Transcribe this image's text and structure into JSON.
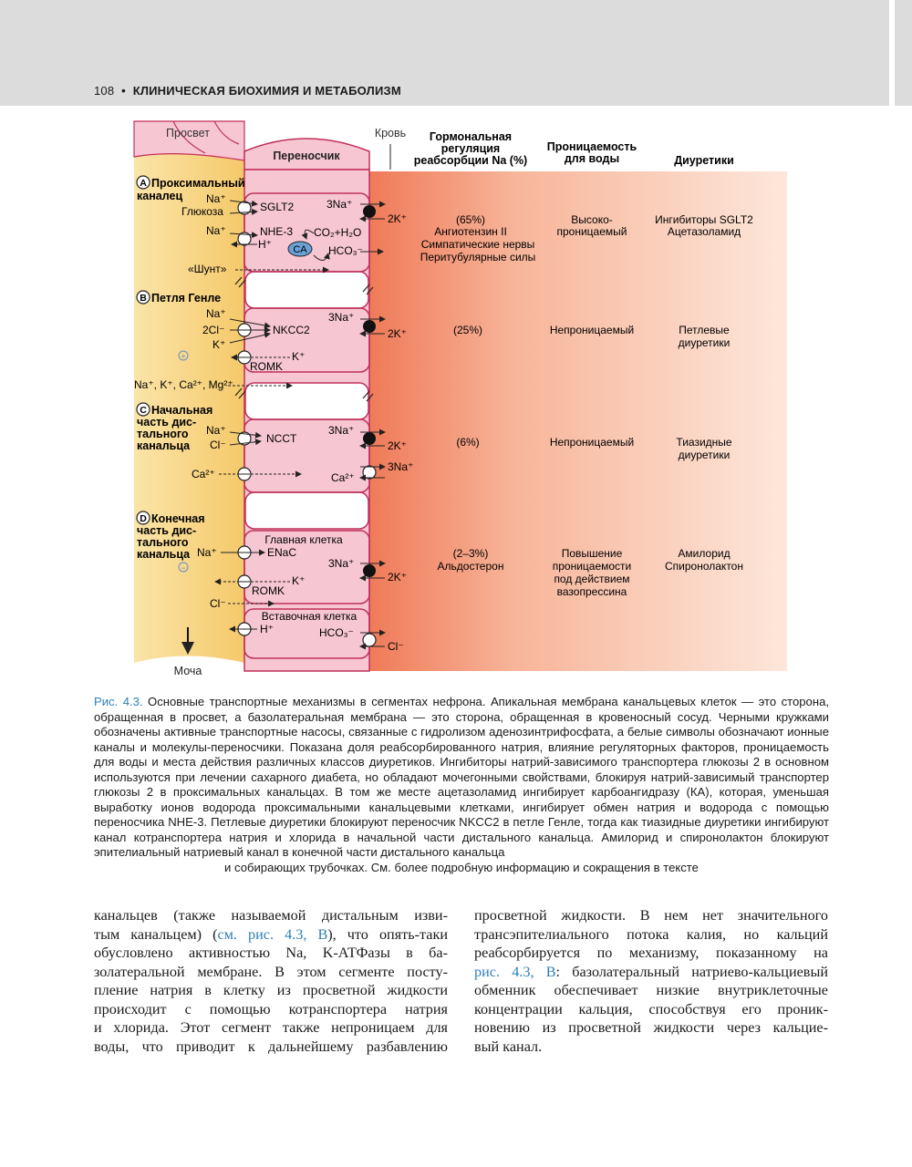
{
  "header": {
    "page_number": "108",
    "bullet": "•",
    "title": "КЛИНИЧЕСКАЯ БИОХИМИЯ И МЕТАБОЛИЗМ"
  },
  "figure": {
    "lumen_label": "Просвет",
    "carrier_label": "Переносчик",
    "blood_label": "Кровь",
    "urine_label": "Моча",
    "columns": {
      "hormonal": [
        "Гормональная",
        "регуляция",
        "реабсорбции Na (%)"
      ],
      "water": [
        "Проницаемость",
        "для воды"
      ],
      "diuretics": "Диуретики"
    },
    "segments": {
      "A": {
        "letter": "A",
        "name": [
          "Проксимальный",
          "каналец"
        ],
        "apical": [
          "Na⁺",
          "Глюкоза",
          "Na⁺",
          "H⁺"
        ],
        "transporters": [
          "SGLT2",
          "NHE-3"
        ],
        "enzyme": "CA",
        "reaction": [
          "CO₂+H₂O",
          "HCO₃⁻"
        ],
        "pump": [
          "3Na⁺",
          "2K⁺"
        ],
        "shunt": "«Шунт»",
        "hormonal": [
          "(65%)",
          "Ангиотензин II",
          "Симпатические нервы",
          "Перитубулярные силы"
        ],
        "water": [
          "Высоко-",
          "проницаемый"
        ],
        "diuretics": [
          "Ингибиторы SGLT2",
          "Ацетазоламид"
        ]
      },
      "B": {
        "letter": "B",
        "name": [
          "Петля Генле"
        ],
        "apical": [
          "Na⁺",
          "2Cl⁻",
          "K⁺"
        ],
        "transporters": [
          "NKCC2",
          "ROMK"
        ],
        "k_out": "K⁺",
        "charge": "+",
        "paracellular": "Na⁺, K⁺, Ca²⁺, Mg²⁺",
        "pump": [
          "3Na⁺",
          "2K⁺"
        ],
        "hormonal": [
          "(25%)"
        ],
        "water": [
          "Непроницаемый"
        ],
        "diuretics": [
          "Петлевые",
          "диуретики"
        ]
      },
      "C": {
        "letter": "C",
        "name": [
          "Начальная",
          "часть дис-",
          "тального",
          "канальца"
        ],
        "apical": [
          "Na⁺",
          "Cl⁻",
          "Ca²⁺"
        ],
        "transporters": [
          "NCCT"
        ],
        "pump": [
          "3Na⁺",
          "2K⁺"
        ],
        "basolateral": [
          "Ca²⁺",
          "3Na⁺"
        ],
        "hormonal": [
          "(6%)"
        ],
        "water": [
          "Непроницаемый"
        ],
        "diuretics": [
          "Тиазидные",
          "диуретики"
        ]
      },
      "D": {
        "letter": "D",
        "name": [
          "Конечная",
          "часть дис-",
          "тального",
          "канальца"
        ],
        "principal_cell": "Главная клетка",
        "intercalated_cell": "Вставочная клетка",
        "apical": [
          "Na⁺",
          "Cl⁻",
          "H⁺"
        ],
        "transporters": [
          "ENaC",
          "ROMK"
        ],
        "k_out": "K⁺",
        "charge": "−",
        "pump": [
          "3Na⁺",
          "2K⁺"
        ],
        "basolateral": [
          "HCO₃⁻",
          "Cl⁻"
        ],
        "hormonal": [
          "(2–3%)",
          "Альдостерон"
        ],
        "water": [
          "Повышение",
          "проницаемости",
          "под действием",
          "вазопрессина"
        ],
        "diuretics": [
          "Амилорид",
          "Спиронолактон"
        ]
      }
    }
  },
  "caption": {
    "label": "Рис. 4.3.",
    "text": "Основные транспортные механизмы в сегментах нефрона. Апикальная мембрана канальцевых клеток — это сторона, обращенная в просвет, а базолатеральная мембрана — это сторона, обращенная в кровеносный сосуд. Черными кружками обозначены активные транспортные насосы, связанные с гидролизом аденозинтрифосфата, а белые символы обозначают ионные каналы и молекулы-переносчики. Показана доля реабсорбированного натрия, влияние регуляторных факторов, проницаемость для воды и места действия различных классов диуретиков. Ингибиторы натрий-зависимого транспортера глюкозы 2 в основном используются при лечении сахарного диабета, но обладают мочегонными свойствами, блокируя натрий-зависимый транспортер глюкозы 2 в проксимальных канальцах. В том же месте ацетазоламид ингибирует карбоангидразу (КА), которая, уменьшая выработку ионов водорода проксимальными канальцевыми клетками, ингибирует обмен натрия и водорода с помощью переносчика NHE-3. Петлевые диуретики блокируют переносчик NKCC2 в петле Генле, тогда как тиазидные диуретики ингибируют канал котранспортера натрия и хлорида в начальной части дистального канальца. Амилорид и спиронолактон блокируют эпителиальный натриевый канал в конечной части дистального канальца",
    "last_line": "и собирающих трубочках. См. более подробную информацию и сокращения в тексте"
  },
  "body": {
    "left": [
      "канальцев (также называемой дистальным изви-",
      "тым канальцем) ",
      "см. рис. 4.3, В",
      "), что опять-таки",
      "обусловлено активностью Na, K-АТФазы в ба-",
      "золатеральной мембране. В этом сегменте посту-",
      "пление натрия в клетку из просветной жидкости",
      "происходит с помощью котранспортера натрия",
      "и хлорида. Этот сегмент также непроницаем для",
      "воды, что приводит к дальнейшему разбавлению"
    ],
    "right": [
      "просветной жидкости. В нем нет значительного",
      "трансэпителиального потока калия, но кальций",
      "реабсорбируется по механизму, показанному на",
      "рис. 4.3, В",
      ": базолатеральный натриево-кальциевый",
      "обменник обеспечивает низкие внутриклеточные",
      "концентрации кальция, способствуя его проник-",
      "новению из просветной жидкости через кальцие-",
      "вый канал."
    ]
  },
  "colors": {
    "lumen": "#f8d98a",
    "cell": "#f7c6d3",
    "cell_border": "#c0305a",
    "blood": "#f08c6a",
    "link": "#2f7fb8"
  }
}
